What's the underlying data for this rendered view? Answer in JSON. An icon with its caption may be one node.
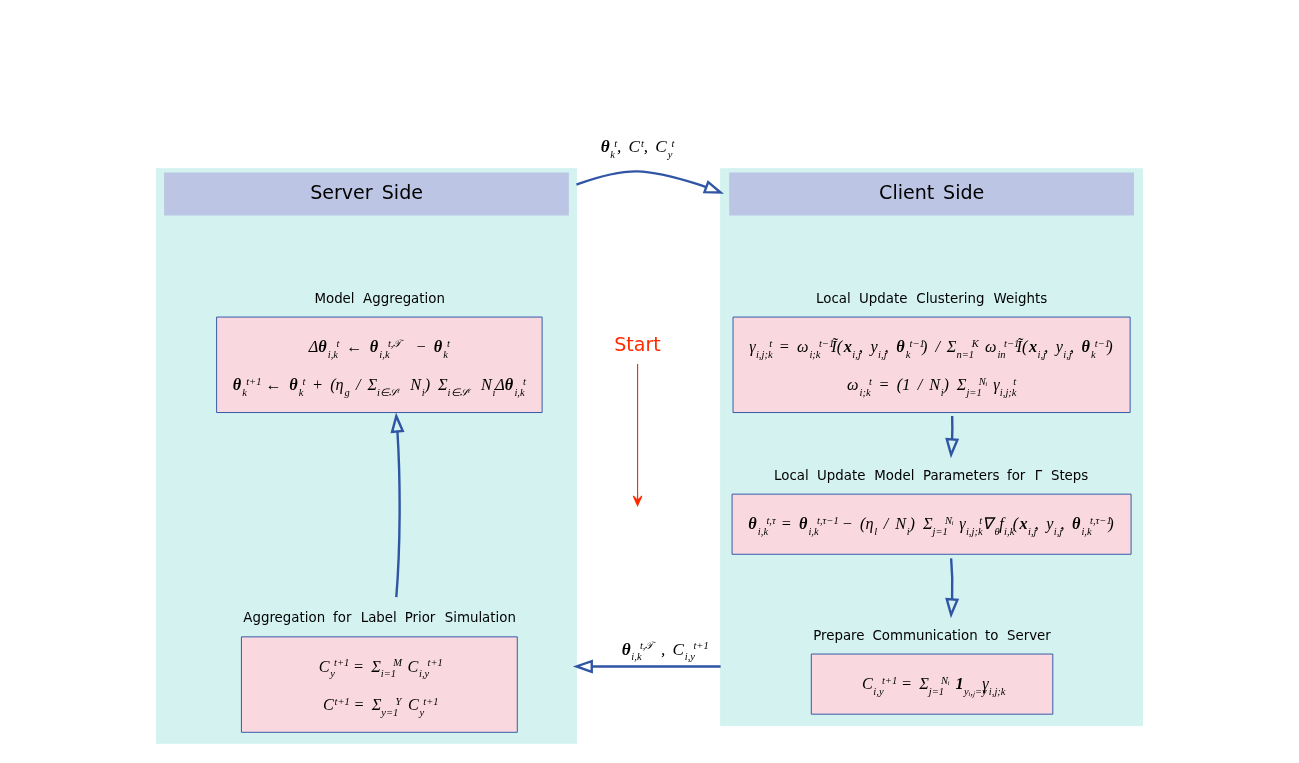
{
  "diagram": {
    "nodes": [
      {
        "text": [
          "Server Side"
        ]
      },
      {
        "text": [
          "Model Aggregation",
          "Δ**θ**$_{i,k}$$^{t}$ ← **θ**$_{i,k}$$^{t,𝒯}$ − **θ**$_{k}$$^{t}$",
          "**θ**$_{k}$$^{t+1}$ ← **θ**$_{k}$$^{t}$ + (η$_{g}$ / Σ$_{i∈𝒮ᵗ}$ N$_{i}$) Σ$_{i∈𝒮ᵗ}$ N$_{i}$Δ**θ**$_{i,k}$$^{t}$"
        ],
        "in": 0
      },
      {
        "text": [
          "Aggregation for Label Prior Simulation",
          "C$_{y}$$^{t+1}$ = Σ$_{i=1}$$^{M}$ C$_{i,y}$$^{t+1}$",
          "C$^{t+1}$ = Σ$_{y=1}$$^{Y}$ C$_{y}$$^{t+1}$"
        ],
        "in": 0
      },
      {
        "text": [
          "Start"
        ]
      },
      {
        "text": [
          "Client Side"
        ]
      },
      {
        "text": [
          "Local Update Clustering Weights",
          "γ$_{i,j;k}$$^{t}$ = ω$_{i;k}$$^{t−1}$Ĩ(**x**$_{i,j}$, y$_{i,j}$, **θ**$_{k}$$^{t−1}$) / Σ$_{n=1}$$^{K}$ ω$_{in}$$^{t−1}$Ĩ(**x**$_{i,j}$, y$_{i,j}$, **θ**$_{k}$$^{t−1}$)",
          "ω$_{i;k}$$^{t}$ = (1 / N$_{i}$) Σ$_{j=1}$$^{Nᵢ}$ γ$_{i,j;k}$$^{t}$"
        ],
        "in": 4
      },
      {
        "text": [
          "Local Update Model Parameters for Γ Steps",
          "**θ**$_{i,k}$$^{t,τ}$ = **θ**$_{i,k}$$^{t,τ−1}$ − (η$_{l}$ / N$_{i}$) Σ$_{j=1}$$^{Nᵢ}$ γ$_{i,j;k}$$^{t}$∇$_{θ}$f$_{i,k}$(**x**$_{i,j}$, y$_{i,j}$, **θ**$_{i,k}$$^{t,τ−1}$)"
        ],
        "in": 4
      },
      {
        "text": [
          "Prepare Communication to Server",
          "C$_{i,y}$$^{t+1}$ = Σ$_{j=1}$$^{Nᵢ}$ **1**$_{yᵢ,ⱼ=y}$γ$_{i,j;k}$"
        ],
        "in": 4
      }
    ],
    "edges": [
      {
        "from": 2,
        "to": 1,
        "arrow": "to"
      },
      {
        "from": 3,
        "to": null,
        "arrow": "to",
        "color": "#ff2a00"
      },
      {
        "from": 0,
        "to": 4,
        "arrow": "to",
        "label": "**θ**$_{k}$$^{t}$, C$^{t}$, C$_{y}$$^{t}$"
      },
      {
        "from": 5,
        "to": 6,
        "arrow": "to"
      },
      {
        "from": 6,
        "to": 7,
        "arrow": "to"
      },
      {
        "from": 4,
        "to": 0,
        "arrow": "to",
        "label": "**θ**$_{i,k}$$^{t,𝒯}$, C$_{i,y}$$^{t+1}$"
      }
    ]
  }
}
